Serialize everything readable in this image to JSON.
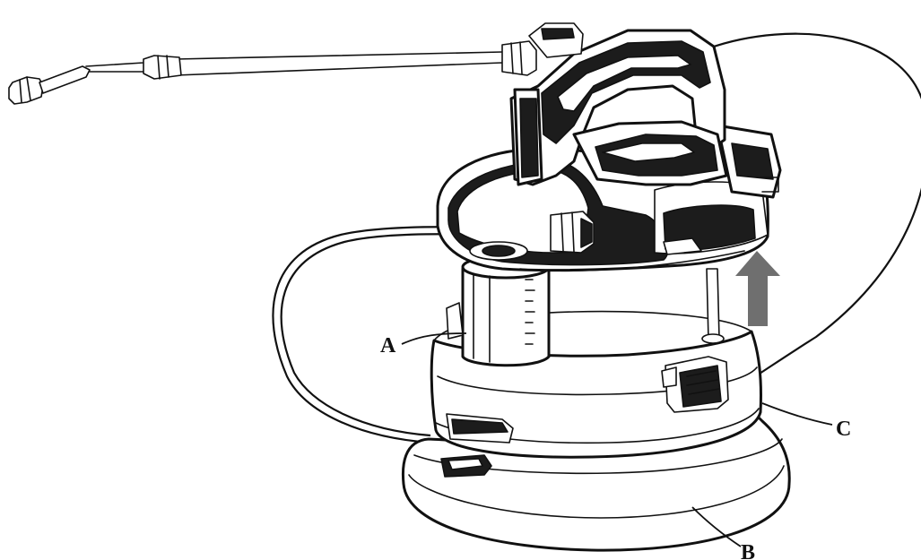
{
  "labels": {
    "a": "A",
    "b": "B",
    "c": "C"
  },
  "colors": {
    "line": "#111111",
    "arrow": "#6f6f6f",
    "background": "#ffffff"
  },
  "icons": {
    "arrow": "up-arrow-icon"
  }
}
